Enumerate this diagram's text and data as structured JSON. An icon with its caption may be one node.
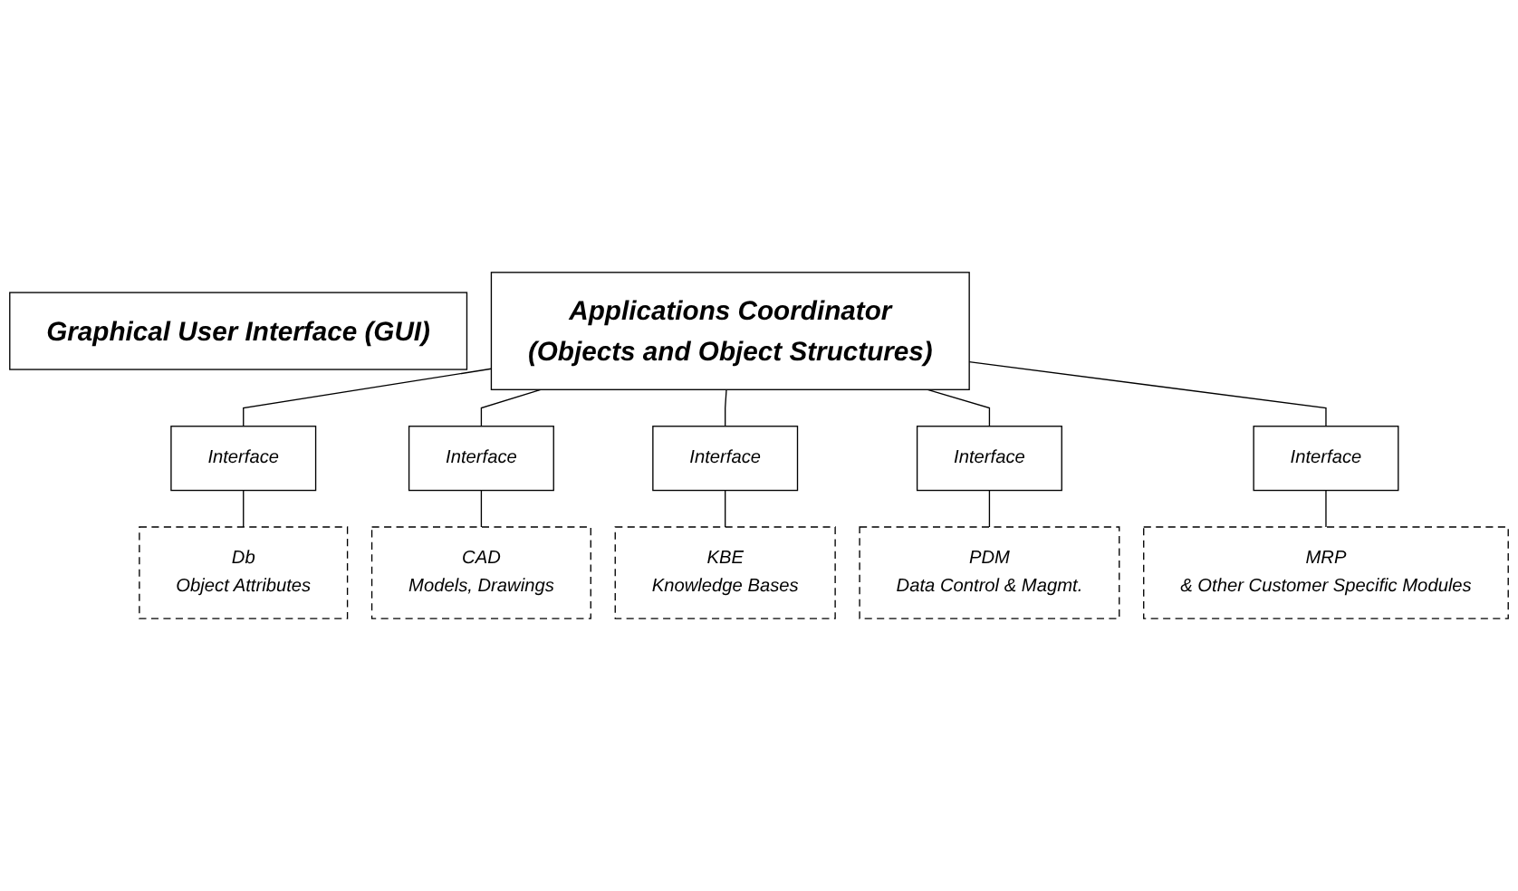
{
  "diagram": {
    "nodes": [
      {
        "text": [
          "Graphical User Interface (GUI)"
        ]
      },
      {
        "text": [
          "Applications Coordinator",
          "(Objects and Object Structures)"
        ]
      },
      {
        "text": [
          "Interface"
        ]
      },
      {
        "text": [
          "Interface"
        ]
      },
      {
        "text": [
          "Interface"
        ]
      },
      {
        "text": [
          "Interface"
        ]
      },
      {
        "text": [
          "Interface"
        ]
      },
      {
        "text": [
          "Db",
          "Object Attributes"
        ]
      },
      {
        "text": [
          "CAD",
          "Models, Drawings"
        ]
      },
      {
        "text": [
          "KBE",
          "Knowledge Bases"
        ]
      },
      {
        "text": [
          "PDM",
          "Data Control & Magmt."
        ]
      },
      {
        "text": [
          "MRP",
          "& Other Customer Specific Modules"
        ]
      }
    ],
    "edges": [
      {
        "from": 1,
        "to": 2,
        "arrow": "none"
      },
      {
        "from": 1,
        "to": 3,
        "arrow": "none"
      },
      {
        "from": 1,
        "to": 4,
        "arrow": "none"
      },
      {
        "from": 1,
        "to": 5,
        "arrow": "none"
      },
      {
        "from": 1,
        "to": 6,
        "arrow": "none"
      },
      {
        "from": 2,
        "to": 7,
        "arrow": "none"
      },
      {
        "from": 3,
        "to": 8,
        "arrow": "none"
      },
      {
        "from": 4,
        "to": 9,
        "arrow": "none"
      },
      {
        "from": 5,
        "to": 10,
        "arrow": "none"
      },
      {
        "from": 6,
        "to": 11,
        "arrow": "none"
      }
    ]
  }
}
